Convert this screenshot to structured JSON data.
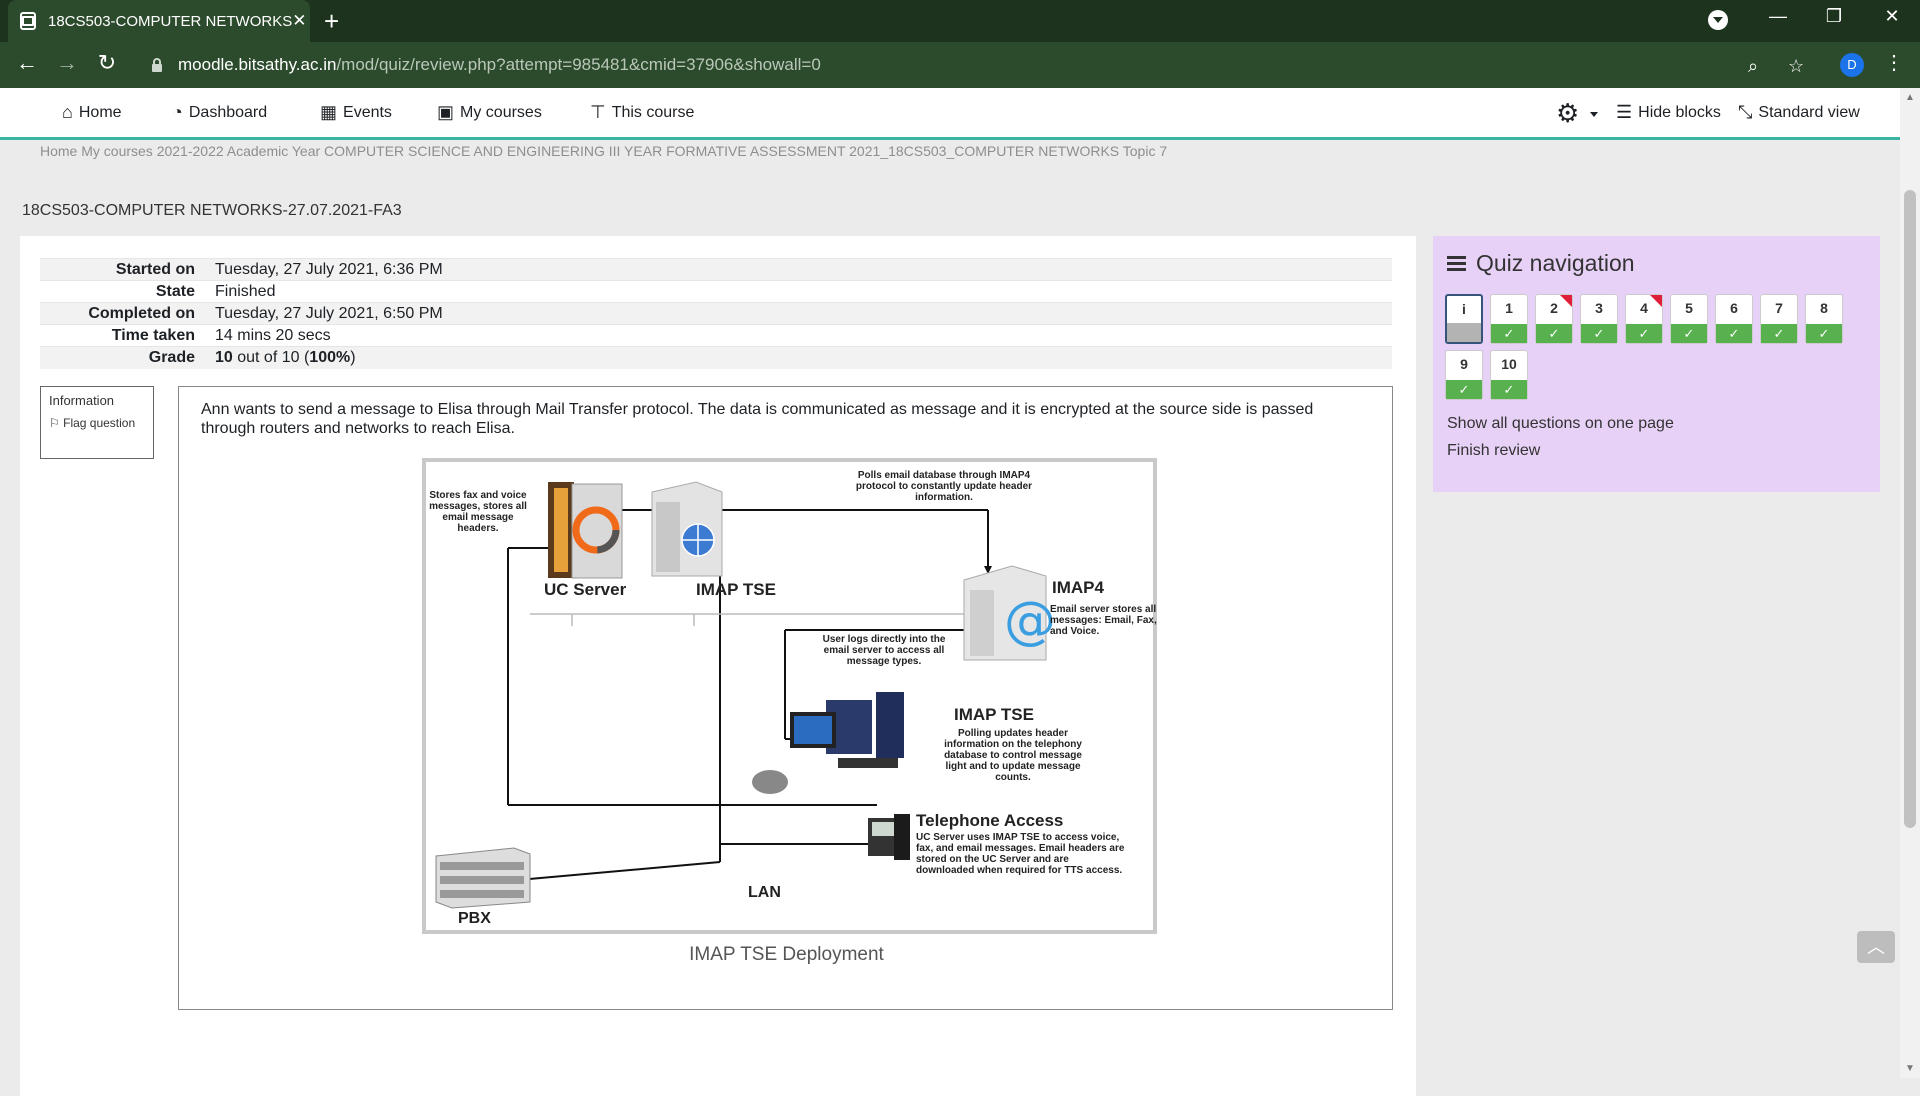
{
  "browser": {
    "tab_title": "18CS503-COMPUTER NETWORKS",
    "url_domain": "moodle.bitsathy.ac.in",
    "url_path": "/mod/quiz/review.php?attempt=985481&cmid=37906&showall=0",
    "profile_initial": "D"
  },
  "nav": {
    "home": "Home",
    "dashboard": "Dashboard",
    "events": "Events",
    "my_courses": "My courses",
    "this_course": "This course",
    "hide_blocks": "Hide blocks",
    "standard_view": "Standard view"
  },
  "breadcrumb_hidden": "Home   My courses   2021-2022 Academic Year   COMPUTER SCIENCE AND ENGINEERING   III YEAR   FORMATIVE ASSESSMENT   2021_18CS503_COMPUTER NETWORKS   Topic 7",
  "course_title": "18CS503-COMPUTER NETWORKS-27.07.2021-FA3",
  "summary": [
    {
      "key": "Started on",
      "value": "Tuesday, 27 July 2021, 6:36 PM"
    },
    {
      "key": "State",
      "value": "Finished"
    },
    {
      "key": "Completed on",
      "value": "Tuesday, 27 July 2021, 6:50 PM"
    },
    {
      "key": "Time taken",
      "value": "14 mins 20 secs"
    }
  ],
  "grade": {
    "key": "Grade",
    "score": "10",
    "mid": " out of 10 (",
    "pct": "100%",
    "end": ")"
  },
  "info_box": {
    "title": "Information",
    "flag": "Flag question"
  },
  "question": {
    "text": "Ann wants to send a message to Elisa through Mail Transfer protocol. The data is communicated as message and it is encrypted at the source side is passed through routers and networks to reach Elisa.",
    "caption": "IMAP TSE Deployment"
  },
  "diagram": {
    "note_uc": "Stores fax and voice messages, stores all email message headers.",
    "note_poll": "Polls email database through IMAP4 protocol to constantly update header information.",
    "label_uc": "UC Server",
    "label_imaptse": "IMAP TSE",
    "label_imap4": "IMAP4",
    "note_imap4": "Email server stores all messages: Email, Fax, and Voice.",
    "note_login": "User logs directly into the email server to access all message types.",
    "label_imaptse2": "IMAP TSE",
    "note_imaptse2": "Polling updates header information on the telephony database to control message light and to update message counts.",
    "label_tel": "Telephone Access",
    "note_tel": "UC Server uses IMAP TSE to access voice, fax, and email messages. Email headers are stored on the UC Server and are downloaded when required for TTS access.",
    "label_lan": "LAN",
    "label_pbx": "PBX"
  },
  "quiz_nav": {
    "title": "Quiz navigation",
    "buttons": [
      {
        "num": "i",
        "flagged": false
      },
      {
        "num": "1",
        "flagged": false
      },
      {
        "num": "2",
        "flagged": true
      },
      {
        "num": "3",
        "flagged": false
      },
      {
        "num": "4",
        "flagged": true
      },
      {
        "num": "5",
        "flagged": false
      },
      {
        "num": "6",
        "flagged": false
      },
      {
        "num": "7",
        "flagged": false
      },
      {
        "num": "8",
        "flagged": false
      },
      {
        "num": "9",
        "flagged": false
      },
      {
        "num": "10",
        "flagged": false
      }
    ],
    "show_all": "Show all questions on one page",
    "finish": "Finish review"
  },
  "colors": {
    "accent": "#3cb4a4",
    "correct": "#58b04f",
    "flag": "#e0203a",
    "block_bg": "#e8d1f7"
  }
}
